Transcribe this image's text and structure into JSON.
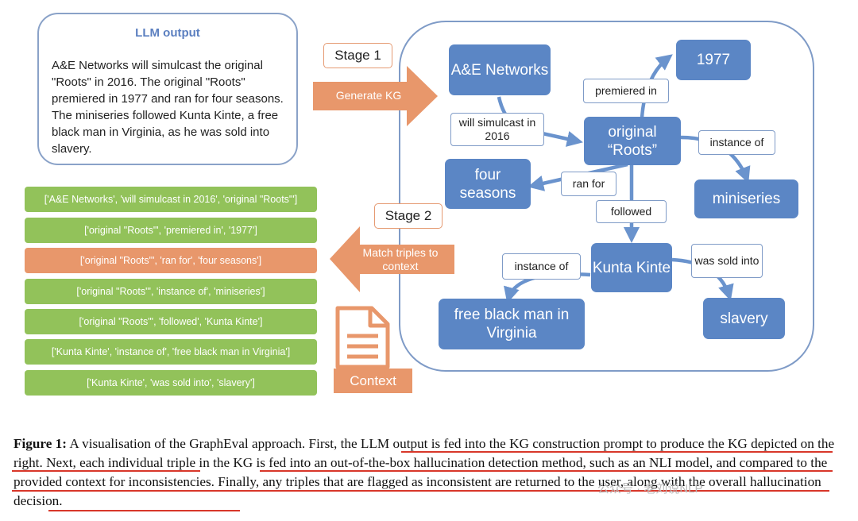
{
  "llm_output": {
    "title": "LLM output",
    "text": "A&E Networks will simulcast the original \"Roots\" in 2016. The original \"Roots\" premiered in 1977 and ran for four seasons. The miniseries followed Kunta Kinte, a free black man in Virginia, as he was sold into slavery."
  },
  "stage1": {
    "label": "Stage 1",
    "arrow_text": "Generate KG"
  },
  "stage2": {
    "label": "Stage 2",
    "arrow_text": "Match triples to context"
  },
  "context": {
    "label": "Context",
    "icon": "document-icon"
  },
  "triples": [
    {
      "text": "['A&E Networks', 'will simulcast in 2016', 'original \"Roots\"']",
      "flagged": false
    },
    {
      "text": "['original \"Roots\"', 'premiered in', '1977']",
      "flagged": false
    },
    {
      "text": "['original \"Roots\"', 'ran for', 'four seasons']",
      "flagged": true
    },
    {
      "text": "['original \"Roots\"', 'instance of', 'miniseries']",
      "flagged": false
    },
    {
      "text": "['original \"Roots\"', 'followed', 'Kunta Kinte']",
      "flagged": false
    },
    {
      "text": "['Kunta Kinte', 'instance of', 'free black man in Virginia']",
      "flagged": false
    },
    {
      "text": "['Kunta Kinte', 'was sold into', 'slavery']",
      "flagged": false
    }
  ],
  "kg": {
    "nodes": {
      "ae_networks": "A&E Networks",
      "y1977": "1977",
      "original_roots": "original “Roots”",
      "four_seasons": "four seasons",
      "miniseries": "miniseries",
      "kunta_kinte": "Kunta Kinte",
      "free_black_man": "free black man in Virginia",
      "slavery": "slavery"
    },
    "edges": {
      "will_simulcast": "will simulcast in 2016",
      "premiered_in": "premiered in",
      "instance_of_1": "instance of",
      "ran_for": "ran for",
      "followed": "followed",
      "instance_of_2": "instance of",
      "was_sold_into": "was sold into"
    }
  },
  "caption": {
    "label": "Figure 1:",
    "text_1": " A visualisation of the GraphEval approach. First, ",
    "text_2": "the LLM output is fed into the KG construction prompt to produce the KG depicted on the right.",
    "text_3": " Next, ",
    "text_4": "each individual triple in the KG is fed into an out-of-the-box hallucination detection method, such as an NLI model, and compared to the provided context for inconsistencies.",
    "text_5": " Finally, any triples that are flagged as ",
    "text_6": "inconsistent are returned to the",
    "text_7": " user, along with the overall hallucination decision."
  },
  "watermark": "公众号 · 老刘说NLP",
  "colors": {
    "node_blue": "#5b86c5",
    "triple_green": "#92c25a",
    "flagged_orange": "#e8976b",
    "underline_red": "#d8372a"
  }
}
